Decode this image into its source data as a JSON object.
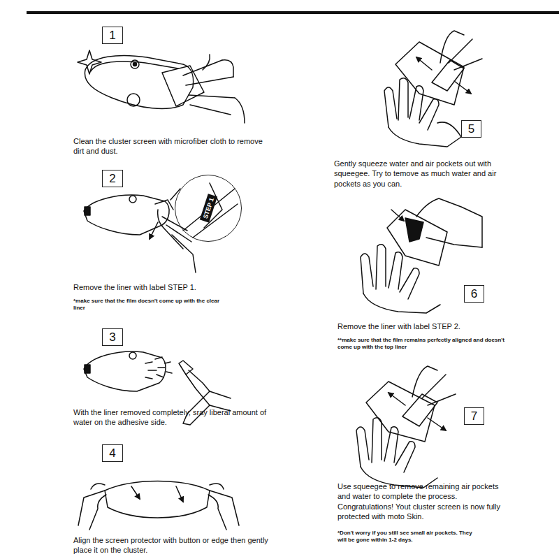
{
  "diagram": {
    "nodes": [
      {
        "text": [
          "1"
        ]
      },
      {
        "text": [
          "2"
        ]
      },
      {
        "text": [
          "STEP 1"
        ]
      },
      {
        "text": [
          "3"
        ]
      },
      {
        "text": [
          "4"
        ]
      },
      {
        "text": [
          "5"
        ]
      },
      {
        "text": [
          "6"
        ]
      },
      {
        "text": [
          "7"
        ]
      }
    ],
    "labels": [
      "Clean the cluster screen with microfiber cloth to remove dirt and dust.",
      "Remove the liner with label STEP 1.",
      "*make sure that the film doesn't come up with the clear liner",
      "With the liner removed completely, sray liberal amount of water on the adhesive side.",
      "Align the screen protector with button or edge then gently place it on the cluster.",
      "Gently squeeze water and air pockets out with squeegee. Try to temove as much water and air pockets as you can.",
      "Remove the liner with label STEP 2.",
      "**make sure that the film remains perfectly aligned and doesn't come up with the top liner",
      "Use squeegee to remove remaining air pockets and water to complete the process. Congratulations! Yout cluster screen is now fully protected with moto Skin.",
      "*Don't worry if you still see small air pockets. They will be gone within 1-2 days."
    ]
  }
}
